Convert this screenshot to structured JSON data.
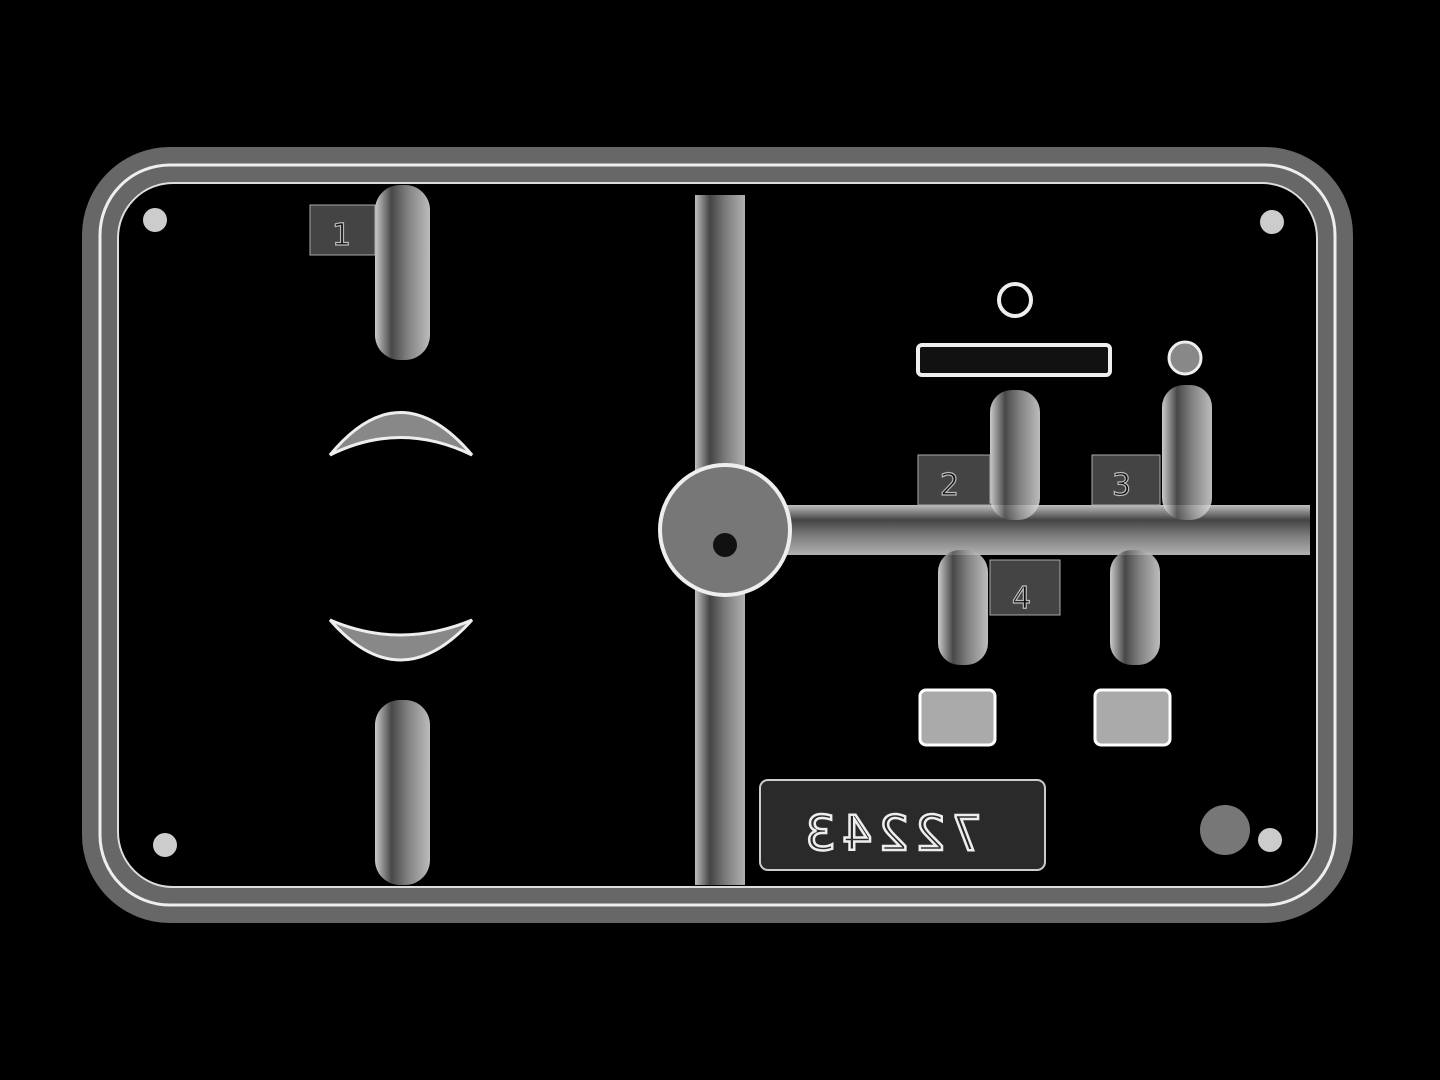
{
  "part_labels": [
    "1",
    "2",
    "3",
    "4"
  ],
  "kit_number": "72243",
  "colors": {
    "background": "#000000",
    "plastic": "#cfcfcf"
  }
}
